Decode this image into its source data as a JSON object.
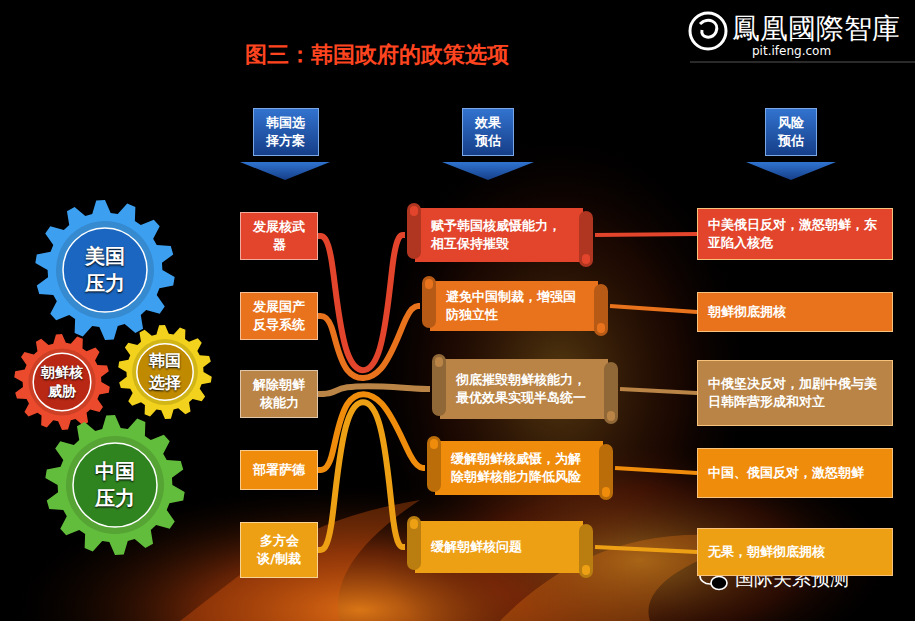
{
  "diagram": {
    "title": "图三：韩国政府的政策选项",
    "nodes": [
      {
        "text": [
          "韩国选择方案"
        ]
      },
      {
        "text": [
          "效果预估"
        ]
      },
      {
        "text": [
          "风险预估"
        ]
      },
      {
        "text": [
          "美国压力"
        ]
      },
      {
        "text": [
          "朝鲜核威胁"
        ]
      },
      {
        "text": [
          "韩国选择"
        ]
      },
      {
        "text": [
          "中国压力"
        ]
      },
      {
        "text": [
          "发展核武器"
        ]
      },
      {
        "text": [
          "发展国产反导系统"
        ]
      },
      {
        "text": [
          "解除朝鲜核能力"
        ]
      },
      {
        "text": [
          "部署萨德"
        ]
      },
      {
        "text": [
          "多方会谈/制裁"
        ]
      },
      {
        "text": [
          "赋予韩国核威慑能力，相互保持摧毁"
        ]
      },
      {
        "text": [
          "避免中国制裁，增强国防独立性"
        ]
      },
      {
        "text": [
          "彻底摧毁朝鲜核能力，最优效果实现半岛统一"
        ]
      },
      {
        "text": [
          "缓解朝鲜核威慑，为解除朝鲜核能力降低风险"
        ]
      },
      {
        "text": [
          "缓解朝鲜核问题"
        ]
      },
      {
        "text": [
          "中美俄日反对，激怒朝鲜，东亚陷入核危"
        ]
      },
      {
        "text": [
          "朝鲜彻底拥核"
        ]
      },
      {
        "text": [
          "中俄坚决反对，加剧中俄与美日韩阵营形成和对立"
        ]
      },
      {
        "text": [
          "中国、俄国反对，激怒朝鲜"
        ]
      },
      {
        "text": [
          "无果，朝鲜彻底拥核"
        ]
      }
    ],
    "edges": [
      {
        "from": 7,
        "to": 12,
        "arrow": "none"
      },
      {
        "from": 8,
        "to": 13,
        "arrow": "none"
      },
      {
        "from": 9,
        "to": 14,
        "arrow": "none"
      },
      {
        "from": 10,
        "to": 15,
        "arrow": "none"
      },
      {
        "from": 11,
        "to": 16,
        "arrow": "none"
      },
      {
        "from": 12,
        "to": 17,
        "arrow": "none"
      },
      {
        "from": 13,
        "to": 18,
        "arrow": "none"
      },
      {
        "from": 14,
        "to": 19,
        "arrow": "none"
      },
      {
        "from": 15,
        "to": 20,
        "arrow": "none"
      },
      {
        "from": 16,
        "to": 21,
        "arrow": "none"
      }
    ],
    "labels": [
      "鳳凰國際智庫",
      "pit.ifeng.com",
      "国际关系预测"
    ]
  }
}
